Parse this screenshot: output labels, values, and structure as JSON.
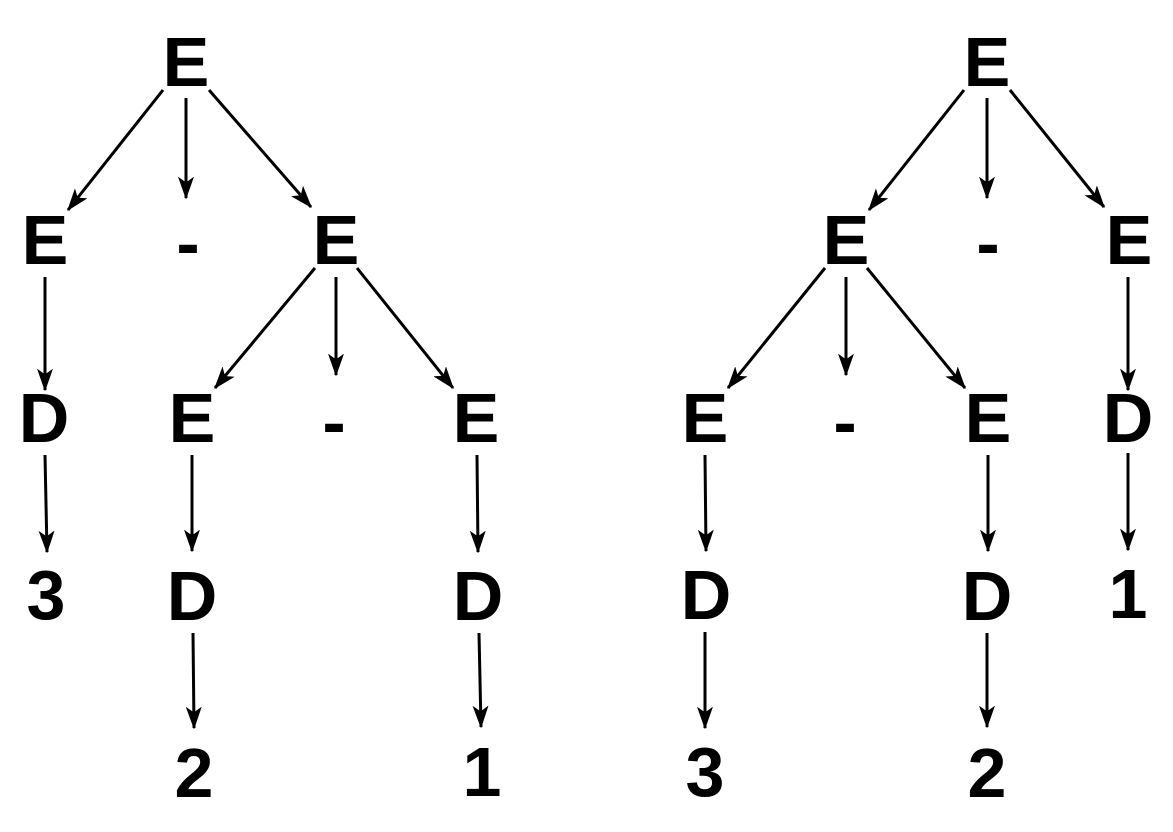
{
  "colors": {
    "background": "#ffffff",
    "ink": "#000000"
  },
  "left_tree": {
    "root": "E",
    "level1": {
      "left": "E",
      "operator": "-",
      "right": "E"
    },
    "left_branch": {
      "d": "D",
      "digit": "3"
    },
    "right_branch": {
      "left": "E",
      "operator": "-",
      "right": "E",
      "left_d": "D",
      "left_digit": "2",
      "right_d": "D",
      "right_digit": "1"
    }
  },
  "right_tree": {
    "root": "E",
    "level1": {
      "left": "E",
      "operator": "-",
      "right": "E"
    },
    "left_branch": {
      "left": "E",
      "operator": "-",
      "right": "E",
      "left_d": "D",
      "left_digit": "3",
      "right_d": "D",
      "right_digit": "2"
    },
    "right_branch": {
      "d": "D",
      "digit": "1"
    }
  }
}
